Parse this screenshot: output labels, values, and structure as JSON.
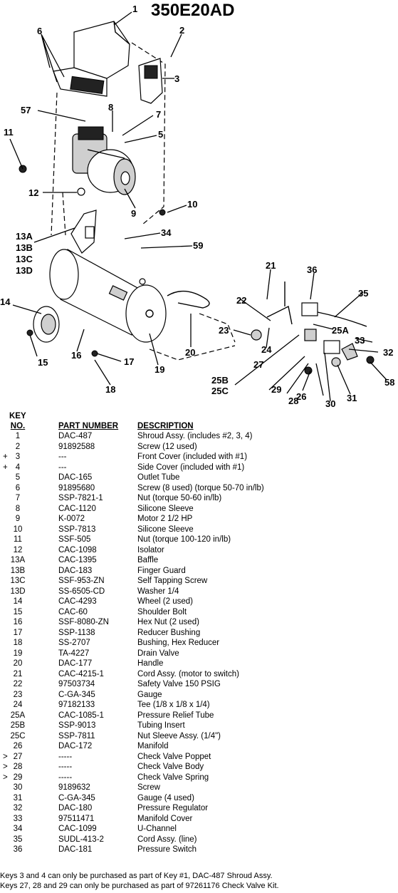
{
  "title": "350E20AD",
  "callouts": [
    "1",
    "2",
    "3",
    "5",
    "6",
    "7",
    "8",
    "9",
    "10",
    "11",
    "12",
    "57",
    "13A",
    "13B",
    "13C",
    "13D",
    "34",
    "59",
    "14",
    "15",
    "16",
    "17",
    "18",
    "19",
    "20",
    "21",
    "22",
    "23",
    "24",
    "25A",
    "25B",
    "25C",
    "26",
    "27",
    "28",
    "29",
    "30",
    "31",
    "32",
    "33",
    "35",
    "36",
    "58"
  ],
  "table": {
    "header": {
      "key_top": "KEY",
      "key_bottom": "NO.",
      "part": "PART NUMBER",
      "desc": "DESCRIPTION"
    },
    "rows": [
      {
        "mark": "",
        "key": "1",
        "part": "DAC-487",
        "desc": "Shroud Assy. (includes #2, 3, 4)"
      },
      {
        "mark": "",
        "key": "2",
        "part": "91892588",
        "desc": "Screw (12 used)"
      },
      {
        "mark": "+",
        "key": "3",
        "part": "---",
        "desc": "Front Cover (included with #1)"
      },
      {
        "mark": "+",
        "key": "4",
        "part": "---",
        "desc": "Side Cover (included with #1)"
      },
      {
        "mark": "",
        "key": "5",
        "part": "DAC-165",
        "desc": "Outlet Tube"
      },
      {
        "mark": "",
        "key": "6",
        "part": "91895680",
        "desc": "Screw (8 used) (torque 50-70 in/lb)"
      },
      {
        "mark": "",
        "key": "7",
        "part": "SSP-7821-1",
        "desc": "Nut (torque 50-60 in/lb)"
      },
      {
        "mark": "",
        "key": "8",
        "part": "CAC-1120",
        "desc": "Silicone Sleeve"
      },
      {
        "mark": "",
        "key": "9",
        "part": "K-0072",
        "desc": "Motor 2 1/2 HP"
      },
      {
        "mark": "",
        "key": "10",
        "part": "SSP-7813",
        "desc": "Silicone Sleeve"
      },
      {
        "mark": "",
        "key": "11",
        "part": "SSF-505",
        "desc": "Nut (torque 100-120 in/lb)"
      },
      {
        "mark": "",
        "key": "12",
        "part": "CAC-1098",
        "desc": "Isolator"
      },
      {
        "mark": "",
        "key": "13A",
        "part": "CAC-1395",
        "desc": "Baffle"
      },
      {
        "mark": "",
        "key": "13B",
        "part": "DAC-183",
        "desc": "Finger Guard"
      },
      {
        "mark": "",
        "key": "13C",
        "part": "SSF-953-ZN",
        "desc": "Self Tapping Screw"
      },
      {
        "mark": "",
        "key": "13D",
        "part": "SS-6505-CD",
        "desc": "Washer 1/4"
      },
      {
        "mark": "",
        "key": "14",
        "part": "CAC-4293",
        "desc": "Wheel (2 used)"
      },
      {
        "mark": "",
        "key": "15",
        "part": "CAC-60",
        "desc": "Shoulder Bolt"
      },
      {
        "mark": "",
        "key": "16",
        "part": "SSF-8080-ZN",
        "desc": "Hex Nut (2 used)"
      },
      {
        "mark": "",
        "key": "17",
        "part": "SSP-1138",
        "desc": "Reducer Bushing"
      },
      {
        "mark": "",
        "key": "18",
        "part": "SS-2707",
        "desc": "Bushing, Hex Reducer"
      },
      {
        "mark": "",
        "key": "19",
        "part": "TA-4227",
        "desc": "Drain Valve"
      },
      {
        "mark": "",
        "key": "20",
        "part": "DAC-177",
        "desc": "Handle"
      },
      {
        "mark": "",
        "key": "21",
        "part": "CAC-4215-1",
        "desc": "Cord Assy. (motor to switch)"
      },
      {
        "mark": "",
        "key": "22",
        "part": "97503734",
        "desc": "Safety Valve 150 PSIG"
      },
      {
        "mark": "",
        "key": "23",
        "part": "C-GA-345",
        "desc": "Gauge"
      },
      {
        "mark": "",
        "key": "24",
        "part": "97182133",
        "desc": "Tee (1/8 x 1/8 x 1/4)"
      },
      {
        "mark": "",
        "key": "25A",
        "part": "CAC-1085-1",
        "desc": "Pressure Relief Tube"
      },
      {
        "mark": "",
        "key": "25B",
        "part": "SSP-9013",
        "desc": "Tubing Insert"
      },
      {
        "mark": "",
        "key": "25C",
        "part": "SSP-7811",
        "desc": "Nut Sleeve Assy. (1/4\")"
      },
      {
        "mark": "",
        "key": "26",
        "part": "DAC-172",
        "desc": "Manifold"
      },
      {
        "mark": ">",
        "key": "27",
        "part": "-----",
        "desc": "Check Valve Poppet"
      },
      {
        "mark": ">",
        "key": "28",
        "part": "-----",
        "desc": "Check Valve Body"
      },
      {
        "mark": ">",
        "key": "29",
        "part": "-----",
        "desc": "Check Valve Spring"
      },
      {
        "mark": "",
        "key": "30",
        "part": "9189632",
        "desc": "Screw"
      },
      {
        "mark": "",
        "key": "31",
        "part": "C-GA-345",
        "desc": "Gauge (4 used)"
      },
      {
        "mark": "",
        "key": "32",
        "part": "DAC-180",
        "desc": "Pressure Regulator"
      },
      {
        "mark": "",
        "key": "33",
        "part": "97511471",
        "desc": "Manifold Cover"
      },
      {
        "mark": "",
        "key": "34",
        "part": "CAC-1099",
        "desc": "U-Channel"
      },
      {
        "mark": "",
        "key": "35",
        "part": "SUDL-413-2",
        "desc": "Cord Assy. (line)"
      },
      {
        "mark": "",
        "key": "36",
        "part": "DAC-181",
        "desc": "Pressure Switch"
      }
    ]
  },
  "notes": [
    "Keys 3 and 4 can only be purchased as part of Key #1, DAC-487 Shroud Assy.",
    "Keys 27, 28 and 29 can only be purchased as part of 97261176 Check Valve Kit."
  ]
}
